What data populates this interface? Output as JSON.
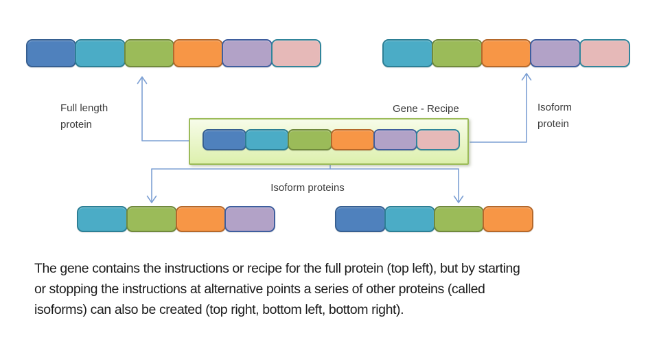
{
  "colors": {
    "blue": {
      "fill": "#4f81bd",
      "border": "#365f91"
    },
    "teal": {
      "fill": "#4bacc6",
      "border": "#2c7f95"
    },
    "green": {
      "fill": "#9bbb59",
      "border": "#70893c"
    },
    "orange": {
      "fill": "#f79646",
      "border": "#b5682a"
    },
    "purple": {
      "fill": "#b2a2c7",
      "border": "#3f5e9e"
    },
    "pink": {
      "fill": "#e6b9b8",
      "border": "#31859b"
    }
  },
  "connector_color": "#7da0d4",
  "gene_box": {
    "bg_top": "#f7fce9",
    "bg_bottom": "#ddf0ad",
    "border": "#9bbb59"
  },
  "rows": {
    "top_left": {
      "segments": [
        "blue",
        "teal",
        "green",
        "orange",
        "purple",
        "pink"
      ]
    },
    "top_right": {
      "segments": [
        "teal",
        "green",
        "orange",
        "purple",
        "pink"
      ]
    },
    "gene": {
      "segments": [
        "blue",
        "teal",
        "green",
        "orange",
        "purple",
        "pink"
      ]
    },
    "bottom_left": {
      "segments": [
        "teal",
        "green",
        "orange",
        "purple"
      ]
    },
    "bottom_right": {
      "segments": [
        "blue",
        "teal",
        "green",
        "orange"
      ]
    }
  },
  "labels": {
    "full_length": [
      "Full length",
      "protein"
    ],
    "gene_recipe": "Gene - Recipe",
    "isoform": [
      "Isoform",
      "protein"
    ],
    "isoform_proteins": "Isoform proteins"
  },
  "caption": {
    "lines": [
      "The gene contains the instructions or recipe for the full protein (top left), but by starting",
      "or stopping the instructions at alternative points a series of other proteins (called",
      "isoforms) can also be created (top right, bottom left, bottom right)."
    ]
  }
}
